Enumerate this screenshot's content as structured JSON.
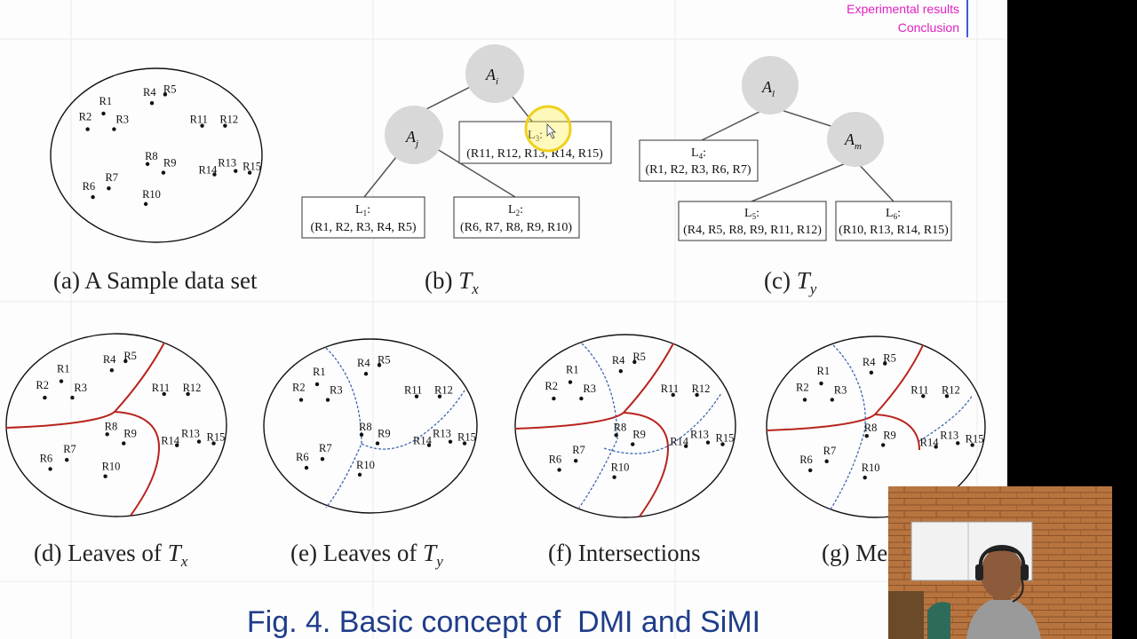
{
  "nav": {
    "items": [
      "Experimental results",
      "Conclusion"
    ]
  },
  "figure": {
    "title": "Fig. 4. Basic concept of  DMI and SiMI",
    "captions": {
      "a": [
        "(a)",
        "A Sample data set"
      ],
      "b": [
        "(b)",
        "T",
        "x"
      ],
      "c": [
        "(c)",
        "T",
        "y"
      ],
      "d": [
        "(d)",
        "Leaves of",
        "T",
        "x"
      ],
      "e": [
        "(e)",
        "Leaves of",
        "T",
        "y"
      ],
      "f": [
        "(f)",
        "Intersections"
      ],
      "g": [
        "(g)",
        "Me"
      ]
    },
    "records": [
      "R1",
      "R2",
      "R3",
      "R4",
      "R5",
      "R6",
      "R7",
      "R8",
      "R9",
      "R10",
      "R11",
      "R12",
      "R13",
      "R14",
      "R15"
    ],
    "tree_x": {
      "root": [
        "A",
        "i"
      ],
      "child": [
        "A",
        "j"
      ],
      "leaves": [
        {
          "name": [
            "L",
            "1",
            ":"
          ],
          "items": "(R1, R2, R3, R4, R5)"
        },
        {
          "name": [
            "L",
            "2",
            ":"
          ],
          "items": "(R6, R7, R8, R9, R10)"
        },
        {
          "name": [
            "L",
            "3",
            ":"
          ],
          "items": "(R11, R12, R13, R14, R15)"
        }
      ]
    },
    "tree_y": {
      "root": [
        "A",
        "l"
      ],
      "child": [
        "A",
        "m"
      ],
      "leaves": [
        {
          "name": [
            "L",
            "4",
            ":"
          ],
          "items": "(R1, R2, R3, R6, R7)"
        },
        {
          "name": [
            "L",
            "5",
            ":"
          ],
          "items": "(R4, R5, R8, R9, R11, R12)"
        },
        {
          "name": [
            "L",
            "6",
            ":"
          ],
          "items": "(R10, R13, R14, R15)"
        }
      ]
    }
  },
  "colors": {
    "accent_nav": "#e020c0",
    "title_blue": "#1f3d8a",
    "split_red": "#b8231e",
    "split_blue": "#3f66b0",
    "node_gray": "#d8d8d8"
  }
}
